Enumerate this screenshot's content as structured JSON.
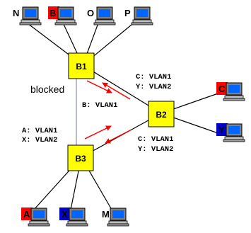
{
  "bridges": [
    {
      "id": "b1",
      "label": "B1"
    },
    {
      "id": "b2",
      "label": "B2"
    },
    {
      "id": "b3",
      "label": "B3"
    }
  ],
  "hosts": [
    {
      "id": "n",
      "label": "N",
      "highlight": "none"
    },
    {
      "id": "b",
      "label": "B",
      "highlight": "red"
    },
    {
      "id": "o",
      "label": "O",
      "highlight": "none"
    },
    {
      "id": "p",
      "label": "P",
      "highlight": "none"
    },
    {
      "id": "c",
      "label": "C",
      "highlight": "red"
    },
    {
      "id": "y",
      "label": "Y",
      "highlight": "blue"
    },
    {
      "id": "a",
      "label": "A",
      "highlight": "red"
    },
    {
      "id": "x",
      "label": "X",
      "highlight": "blue"
    },
    {
      "id": "m",
      "label": "M",
      "highlight": "none"
    }
  ],
  "link_state": {
    "b1_b3": "blocked"
  },
  "tables": {
    "b2_upper": [
      "C: VLAN1",
      "Y: VLAN2"
    ],
    "b1_to_b2": [
      "B: VLAN1"
    ],
    "b3_to_b2": [
      "A: VLAN1",
      "X: VLAN2"
    ],
    "b2_lower": [
      "C: VLAN1",
      "Y: VLAN2"
    ]
  },
  "colors": {
    "bridge": "#ffff00",
    "red": "#ff0000",
    "blue": "#0000cc",
    "screen": "#0066ff",
    "arrow": "#ff0000",
    "blocked_link": "#a0a0d0"
  }
}
